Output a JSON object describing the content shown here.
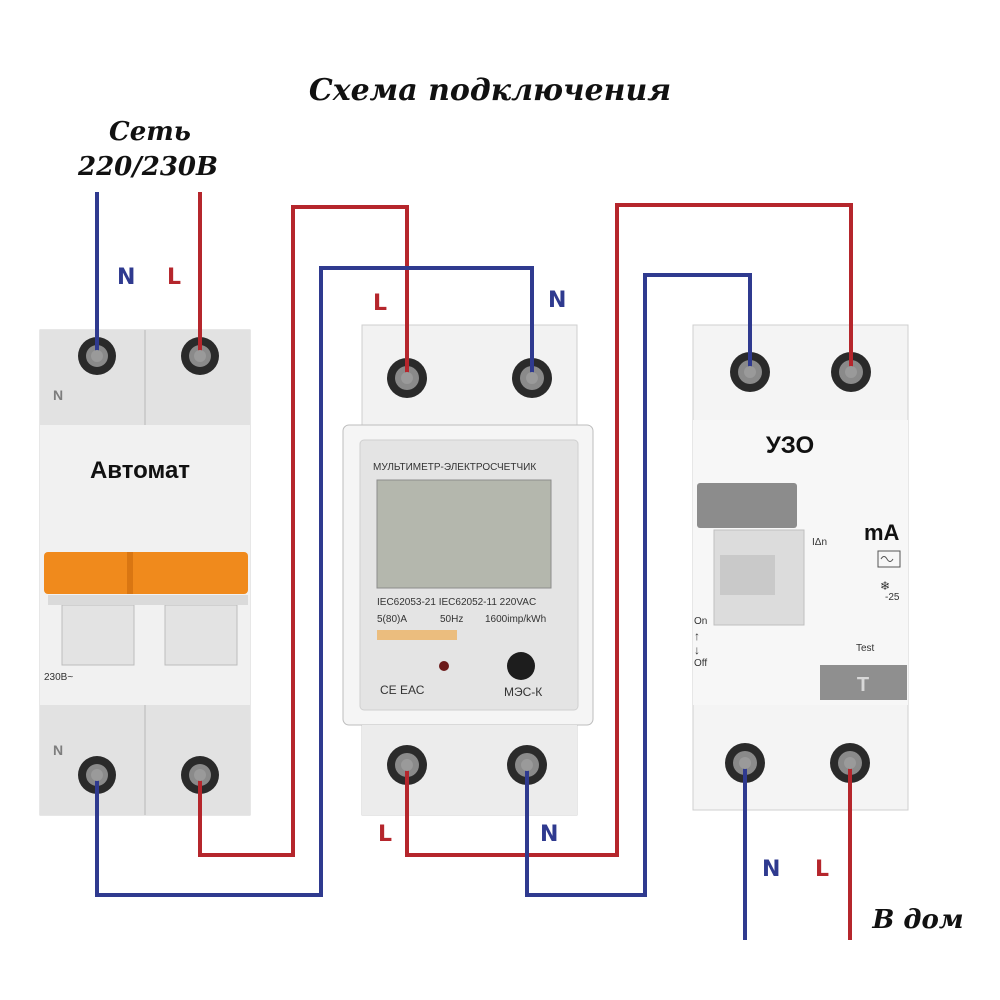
{
  "title": "Схема подключения",
  "supply": {
    "line1": "Сеть",
    "line2": "220/230В"
  },
  "wire_labels": {
    "n": "N",
    "l": "L"
  },
  "breaker": {
    "name": "Автомат",
    "terminal_mark": "N",
    "rating": "230В~"
  },
  "meter": {
    "header": "МУЛЬТИМЕТР-ЭЛЕКТРОСЧЕТЧИК",
    "spec_1": "IEC62053-21  IEC62052-11  220VAC",
    "spec_2": "5(80)A",
    "spec_3": "50Hz",
    "spec_4": "1600imp/kWh",
    "brand": "МЭС-К",
    "cert": "CE  ЕАС"
  },
  "rcd": {
    "name": "УЗО",
    "unit": "mA",
    "idn": "IΔn",
    "on": "On",
    "off": "Off",
    "test": "Test",
    "test_button": "T",
    "temp": "-25"
  },
  "output": "В дом",
  "colors": {
    "neutral": "#2f3a8f",
    "line": "#b5262c",
    "orange": "#f08a1c",
    "body": "#ececec"
  }
}
